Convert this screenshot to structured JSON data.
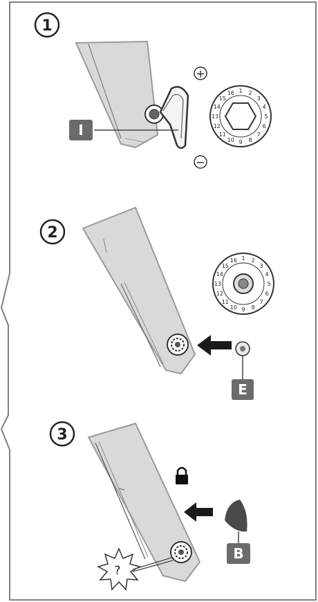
{
  "steps": [
    {
      "number": "1",
      "part_label": "I",
      "plus_sign": "+",
      "minus_sign": "−"
    },
    {
      "number": "2",
      "part_label": "E"
    },
    {
      "number": "3",
      "part_label": "B",
      "callout_text": "?"
    }
  ],
  "dial": {
    "numbers": [
      "1",
      "2",
      "3",
      "4",
      "5",
      "6",
      "7",
      "8",
      "9",
      "10",
      "11",
      "12",
      "13",
      "14",
      "15",
      "16"
    ]
  },
  "colors": {
    "frame": "#808080",
    "panel": "#d9d9d9",
    "panel_edge": "#9a9a9a",
    "dark_label": "#6b6b6b",
    "arrow": "#1a1a1a"
  },
  "icons": {
    "lock": "padlock-icon",
    "arrow": "left-arrow-icon",
    "hex_key": "hex-key-icon",
    "dial": "numbered-dial-icon",
    "bolt": "cam-bolt-icon"
  }
}
